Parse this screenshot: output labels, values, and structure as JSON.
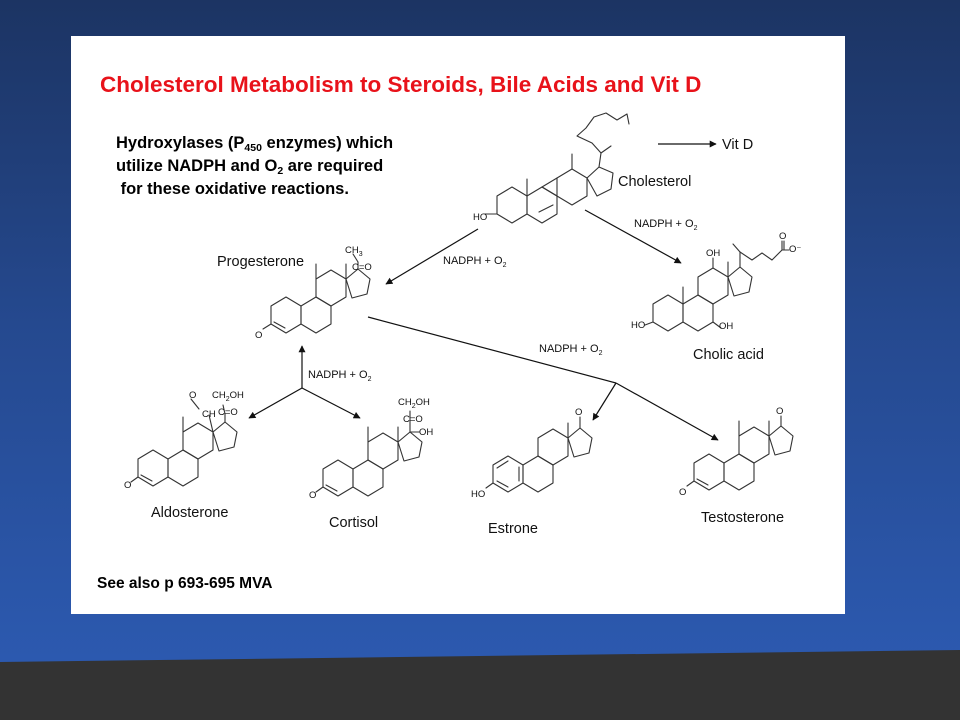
{
  "slide": {
    "title": "Cholesterol Metabolism to Steroids, Bile Acids and Vit D",
    "note": {
      "line1_pre": "Hydroxylases (P",
      "line1_sub": "450",
      "line1_post": " enzymes) which",
      "line2_pre": "utilize NADPH and O",
      "line2_sub": "2",
      "line2_post": " are required",
      "line3": " for these oxidative reactions."
    },
    "reference": "See also p 693-695 MVA"
  },
  "diagram": {
    "compounds": {
      "cholesterol": "Cholesterol",
      "vit_d": "Vit D",
      "progesterone": "Progesterone",
      "cholic_acid": "Cholic acid",
      "aldosterone": "Aldosterone",
      "cortisol": "Cortisol",
      "estrone": "Estrone",
      "testosterone": "Testosterone"
    },
    "reaction": {
      "label": "NADPH + O",
      "sub": "2"
    },
    "atoms": {
      "ho": "HO",
      "oh": "OH",
      "o": "O",
      "o_minus": "O⁻",
      "c": "C",
      "ch": "CH",
      "co": "C=O",
      "ch3": "CH",
      "ch3_sub": "3",
      "ch2oh_pre": "CH",
      "ch2oh_sub": "2",
      "ch2oh_post": "OH"
    }
  },
  "colors": {
    "background_top": "#1c3463",
    "background_bottom": "#2d5cb5",
    "footer_band": "#333333",
    "slide": "#ffffff",
    "title": "#e8121a"
  }
}
